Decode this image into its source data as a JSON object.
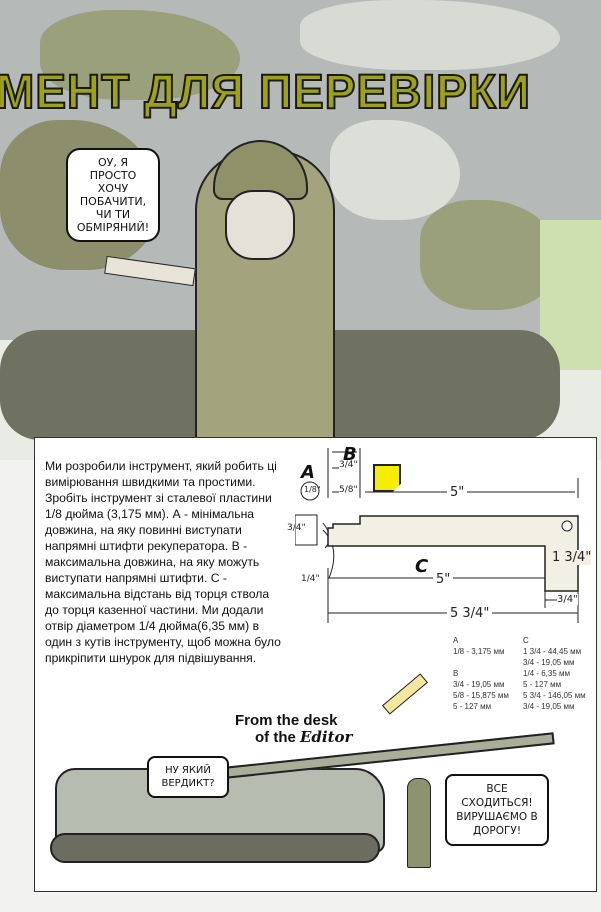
{
  "title": "МЕНТ ДЛЯ ПЕРЕВІРКИ",
  "bubble_top": "ОУ, Я ПРОСТО ХОЧУ ПОБАЧИТИ, ЧИ ТИ ОБМІРЯНИЙ!",
  "paragraph": "Ми розробили інструмент, який робить ці вимірювання швидкими та простими. Зробіть інструмент зі сталевої пластини 1/8 дюйма (3,175 мм). А - мінімальна довжина, на яку повинні виступати напрямні штифти рекуператора. В - максимальна довжина, на яку можуть виступати напрямні штифти. С - максимальна відстань від торця ствола до торця казенної частини. Ми додали отвір діаметром 1/4 дюйма(6,35 мм) в один з кутів інструменту, щоб можна було прикріпити шнурок для підвішування.",
  "diagram": {
    "label_a": "A",
    "label_b": "B",
    "label_c": "C",
    "a_thick": "1/8\"",
    "b_34": "3/4\"",
    "b_58": "5/8\"",
    "top_5": "5\"",
    "left_34": "3/4\"",
    "left_14": "1/4\"",
    "c_5": "5\"",
    "right_134": "1 3/4\"",
    "bot_34": "3/4\"",
    "total": "5 3/4\""
  },
  "conversions": {
    "col1": "A\n1/8 - 3,175 мм\n\nB\n3/4 - 19,05 мм\n5/8 - 15,875 мм\n5 - 127 мм",
    "col2": "C\n1 3/4 - 44,45 мм\n3/4 - 19,05 мм\n1/4 - 6,35 мм\n5 - 127 мм\n5 3/4 - 146,05 мм\n3/4 - 19,05 мм"
  },
  "editor": {
    "line1": "From the desk",
    "line2": "of the",
    "name": "Editor"
  },
  "bubble_left": "НУ ЯКИЙ ВЕРДИКТ?",
  "bubble_right": "ВСЕ СХОДИТЬСЯ! ВИРУШАЄМО В ДОРОГУ!",
  "colors": {
    "title": "#9ea21a",
    "camo_green": "#9aa07a",
    "camo_gray": "#b4b8b6",
    "note": "#f6ee00"
  }
}
